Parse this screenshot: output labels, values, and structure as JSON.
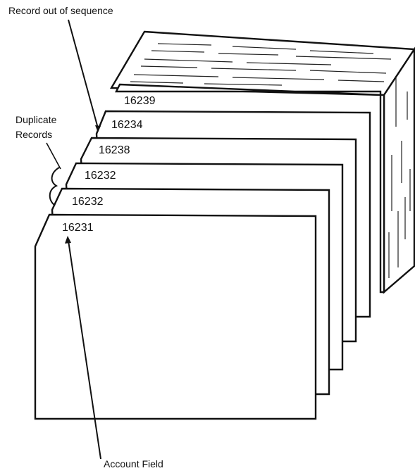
{
  "labels": {
    "out_of_sequence": "Record out of sequence",
    "duplicate_line1": "Duplicate",
    "duplicate_line2": "Records",
    "account_field": "Account Field"
  },
  "cards": [
    "16239",
    "16234",
    "16238",
    "16232",
    "16232",
    "16231"
  ]
}
